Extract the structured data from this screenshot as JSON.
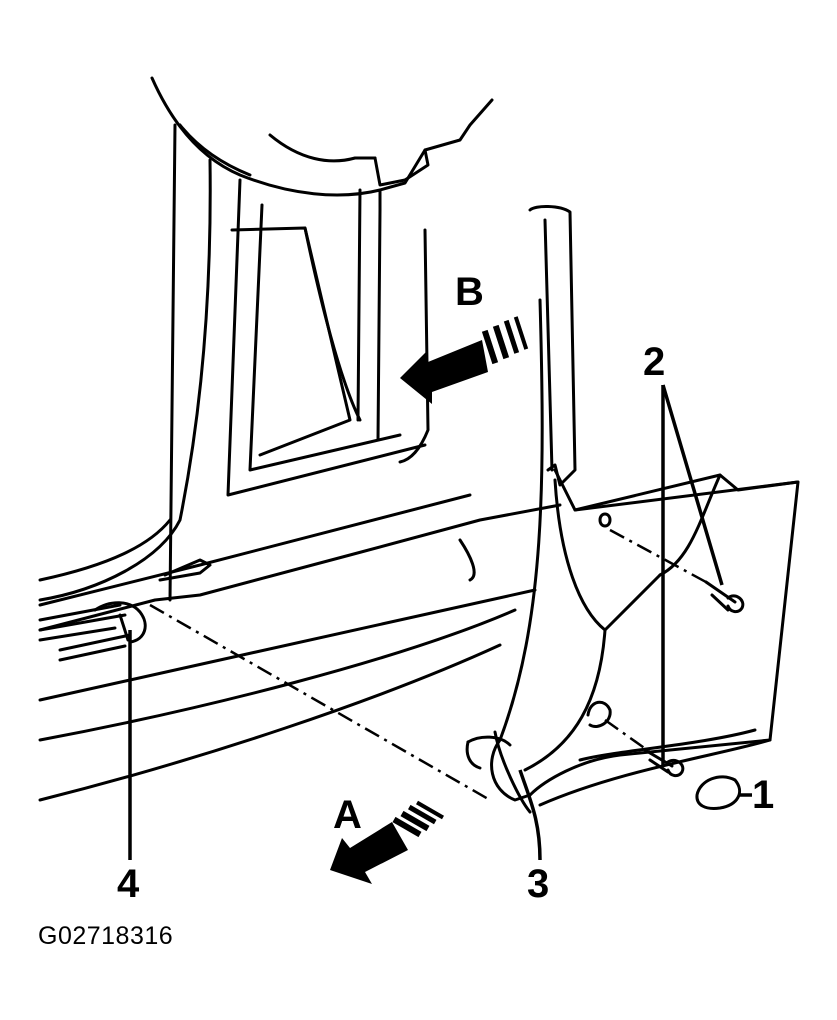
{
  "labels": {
    "part_1": "1",
    "part_2": "2",
    "part_3": "3",
    "part_4": "4",
    "view_a": "A",
    "view_b": "B"
  },
  "figure_id": "G02718316",
  "colors": {
    "ink": "#000000",
    "background": "#ffffff"
  }
}
